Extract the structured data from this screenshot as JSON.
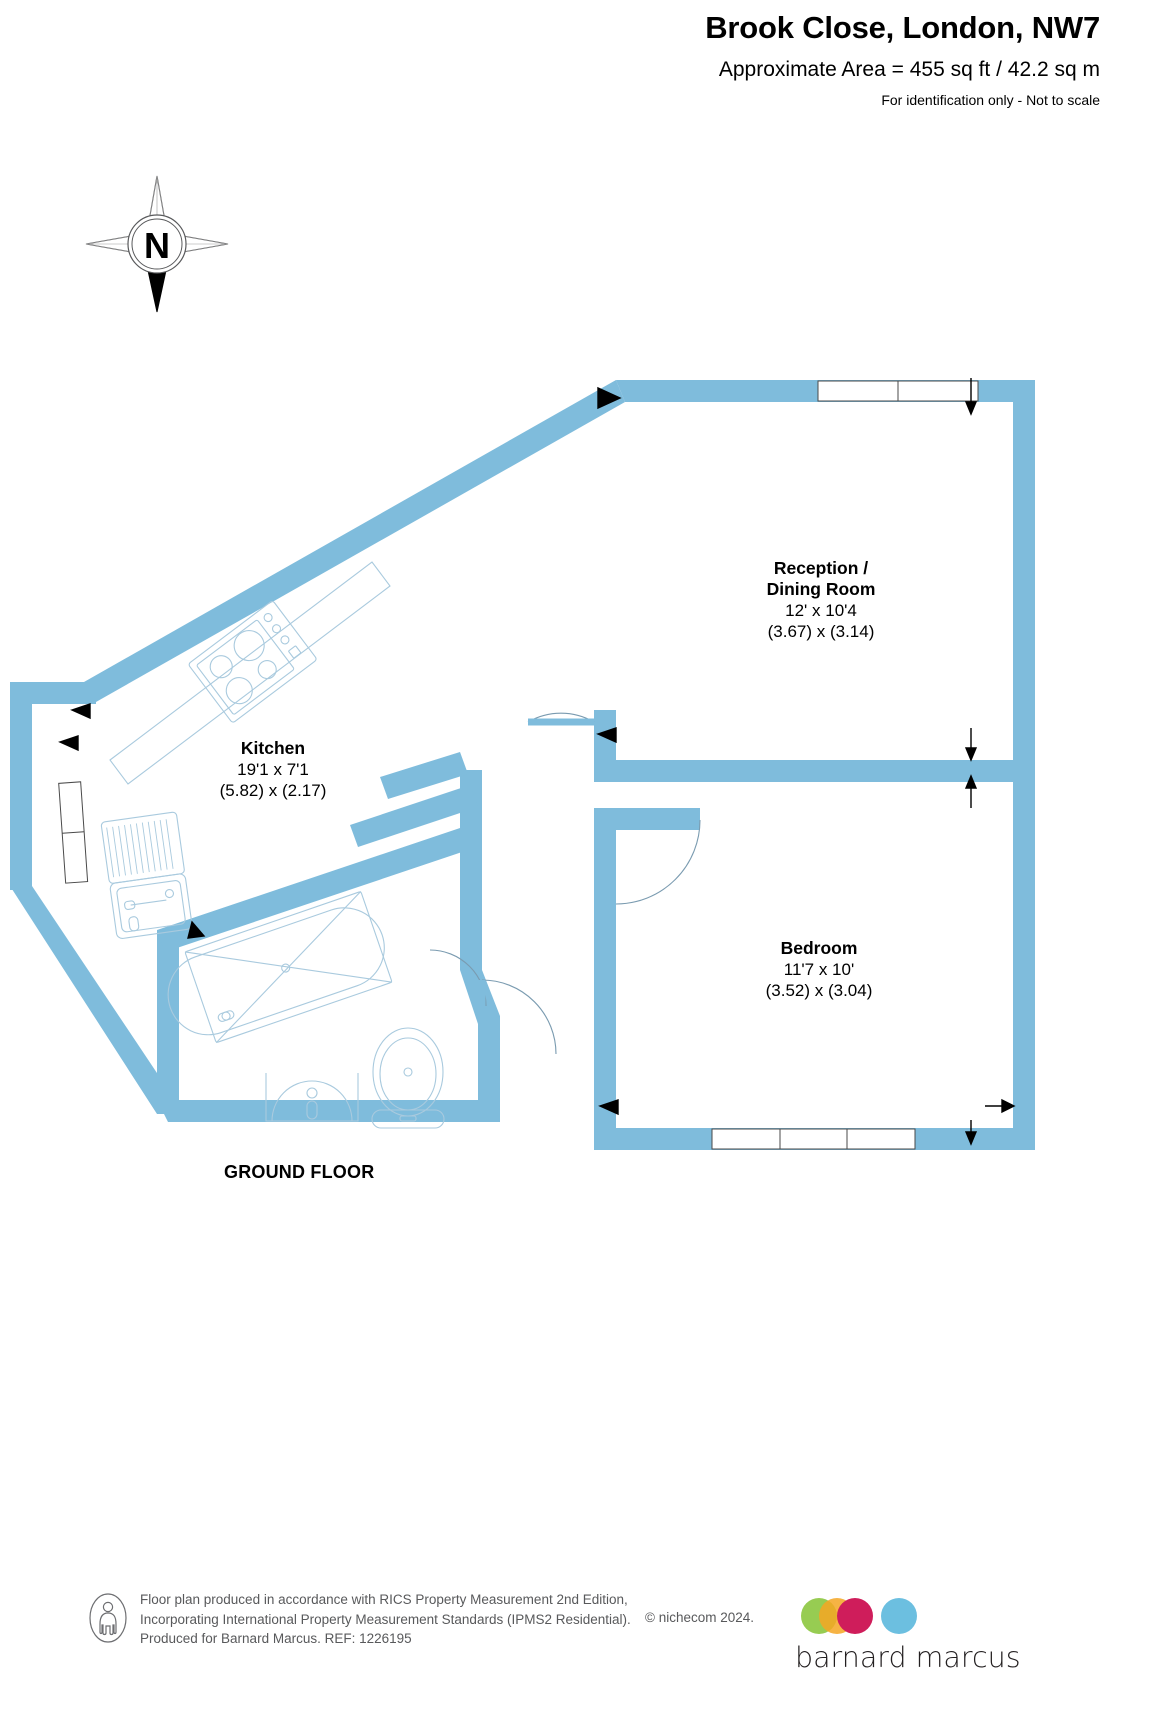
{
  "header": {
    "title": "Brook Close, London, NW7",
    "area": "Approximate Area = 455 sq ft / 42.2 sq m",
    "identification": "For identification only - Not to scale"
  },
  "compass": {
    "north_label": "N"
  },
  "floor": {
    "label": "GROUND FLOOR"
  },
  "rooms": [
    {
      "key": "reception",
      "name_line1": "Reception /",
      "name_line2": "Dining Room",
      "dim_imperial": "12' x 10'4",
      "dim_metric": "(3.67) x (3.14)"
    },
    {
      "key": "kitchen",
      "name_line1": "Kitchen",
      "name_line2": "",
      "dim_imperial": "19'1 x 7'1",
      "dim_metric": "(5.82) x (2.17)"
    },
    {
      "key": "bedroom",
      "name_line1": "Bedroom",
      "name_line2": "",
      "dim_imperial": "11'7 x 10'",
      "dim_metric": "(3.52) x (3.04)"
    }
  ],
  "footer": {
    "line1": "Floor plan produced in accordance with RICS Property Measurement 2nd Edition,",
    "line2": "Incorporating International Property Measurement Standards (IPMS2 Residential).",
    "line3": "Produced for Barnard Marcus.   REF:  1226195",
    "copyright": "© nichecom 2024.",
    "brand": "barnard marcus"
  },
  "colors": {
    "wall": "#7fbcdc",
    "fixture_stroke": "#9fc6dd",
    "text": "#000000",
    "footer_text": "#58595b",
    "logo_green": "#8cc63f",
    "logo_yellow": "#f5a623",
    "logo_magenta": "#cf1d5b",
    "logo_blue": "#6cbfe0"
  }
}
